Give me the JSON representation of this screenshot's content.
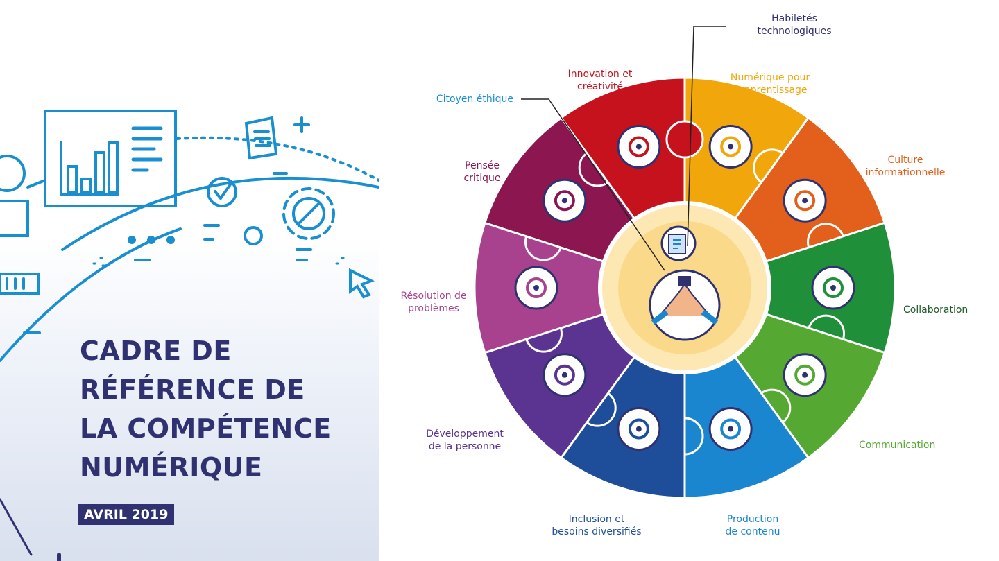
{
  "cover": {
    "title_lines": [
      "CADRE DE",
      "RÉFÉRENCE DE",
      "LA COMPÉTENCE",
      "NUMÉRIQUE"
    ],
    "date_badge": "AVRIL 2019"
  },
  "wheel": {
    "center_icon": "hands-together-icon",
    "inner_icon": "tablet-touch-icon",
    "segments": [
      {
        "lines": [
          "Numérique pour",
          "l'apprentissage"
        ],
        "color": "#f1a70c",
        "icon": "laptop-learning-icon"
      },
      {
        "lines": [
          "Culture",
          "informationnelle"
        ],
        "color": "#e2601b",
        "icon": "document-search-icon"
      },
      {
        "lines": [
          "Collaboration"
        ],
        "color": "#1f8f3a",
        "icon": "team-gear-icon"
      },
      {
        "lines": [
          "Communication"
        ],
        "color": "#55a832",
        "icon": "chat-bubbles-icon"
      },
      {
        "lines": [
          "Production",
          "de contenu"
        ],
        "color": "#1a86cf",
        "icon": "video-screen-icon"
      },
      {
        "lines": [
          "Inclusion et",
          "besoins diversifiés"
        ],
        "color": "#1e4e9a",
        "icon": "cycle-arrows-icon"
      },
      {
        "lines": [
          "Développement",
          "de la personne"
        ],
        "color": "#5b3390",
        "icon": "network-computers-icon"
      },
      {
        "lines": [
          "Résolution de",
          "problèmes"
        ],
        "color": "#a9428e",
        "icon": "target-icon"
      },
      {
        "lines": [
          "Pensée",
          "critique"
        ],
        "color": "#8c1650",
        "icon": "brain-icon"
      },
      {
        "lines": [
          "Innovation et",
          "créativité"
        ],
        "color": "#c5121d",
        "icon": "lightbulb-icon"
      }
    ],
    "callouts": [
      {
        "lines": [
          "Habiletés",
          "technologiques"
        ],
        "color": "#2f3170"
      },
      {
        "lines": [
          "Citoyen éthique"
        ],
        "color": "#1a8fd0"
      }
    ]
  }
}
